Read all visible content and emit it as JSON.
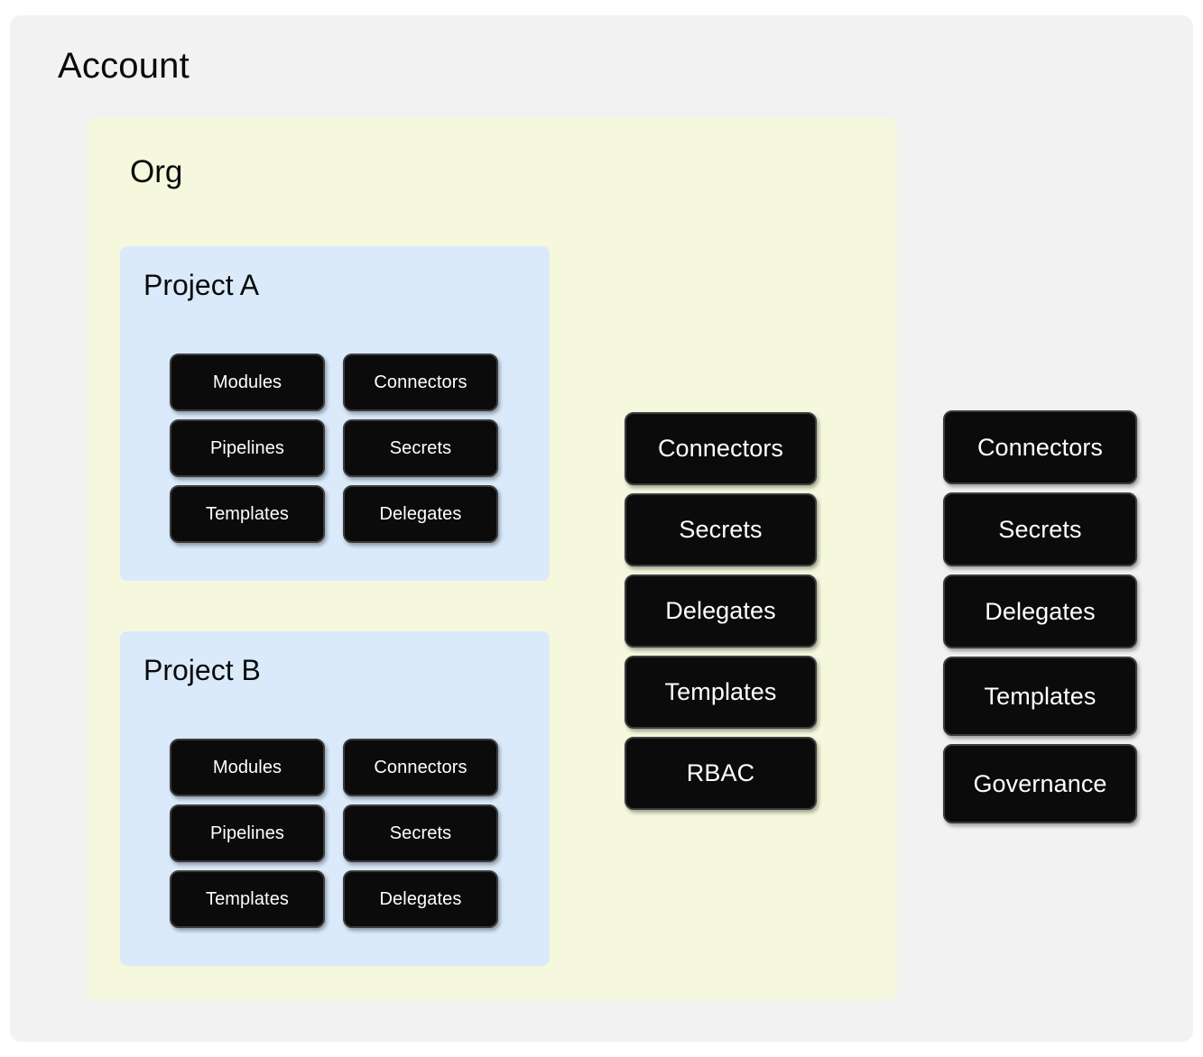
{
  "diagram": {
    "type": "nested-hierarchy",
    "levels": [
      "Account",
      "Org",
      "Project"
    ]
  },
  "account": {
    "title": "Account",
    "bg_color": "#f2f2f2",
    "resources": [
      {
        "label": "Connectors"
      },
      {
        "label": "Secrets"
      },
      {
        "label": "Delegates"
      },
      {
        "label": "Templates"
      },
      {
        "label": "Governance"
      }
    ]
  },
  "org": {
    "title": "Org",
    "bg_color": "#f5f8dd",
    "resources": [
      {
        "label": "Connectors"
      },
      {
        "label": "Secrets"
      },
      {
        "label": "Delegates"
      },
      {
        "label": "Templates"
      },
      {
        "label": "RBAC"
      }
    ]
  },
  "projects": [
    {
      "title": "Project A",
      "bg_color": "#daeafb",
      "resources": [
        {
          "label": "Modules"
        },
        {
          "label": "Connectors"
        },
        {
          "label": "Pipelines"
        },
        {
          "label": "Secrets"
        },
        {
          "label": "Templates"
        },
        {
          "label": "Delegates"
        }
      ]
    },
    {
      "title": "Project B",
      "bg_color": "#daeafb",
      "resources": [
        {
          "label": "Modules"
        },
        {
          "label": "Connectors"
        },
        {
          "label": "Pipelines"
        },
        {
          "label": "Secrets"
        },
        {
          "label": "Templates"
        },
        {
          "label": "Delegates"
        }
      ]
    }
  ],
  "colors": {
    "chip_fill": "#0b0b0b",
    "chip_text": "#ffffff",
    "chip_border": "#3c3c3c",
    "title_text": "#0a0a0a"
  }
}
